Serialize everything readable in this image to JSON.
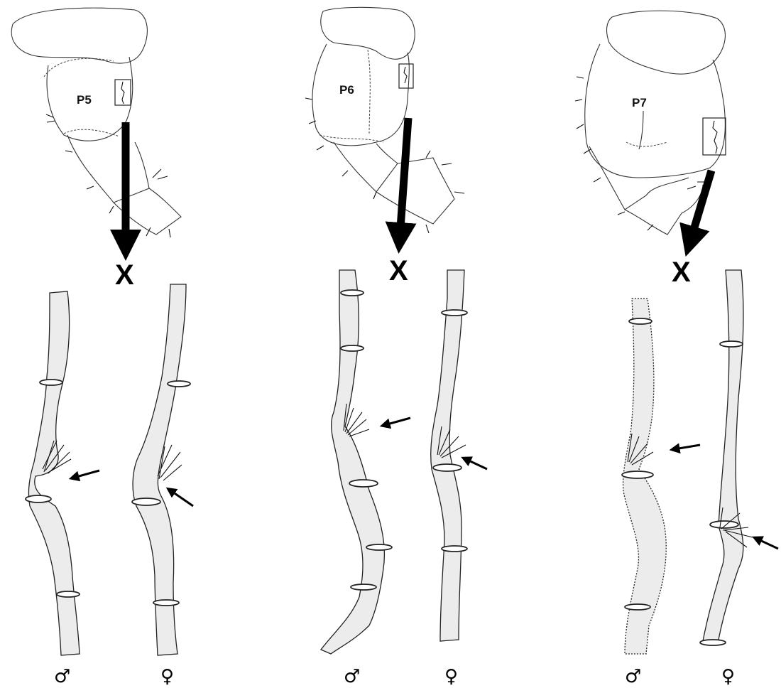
{
  "panels": [
    {
      "leg_label": "P5",
      "magnified_label": "X",
      "male_symbol": "♂",
      "female_symbol": "♀"
    },
    {
      "leg_label": "P6",
      "magnified_label": "X",
      "male_symbol": "♂",
      "female_symbol": "♀"
    },
    {
      "leg_label": "P7",
      "magnified_label": "X",
      "male_symbol": "♂",
      "female_symbol": "♀"
    }
  ],
  "colors": {
    "ink": "#000000",
    "segment_fill": "#ececec",
    "background": "#ffffff"
  }
}
